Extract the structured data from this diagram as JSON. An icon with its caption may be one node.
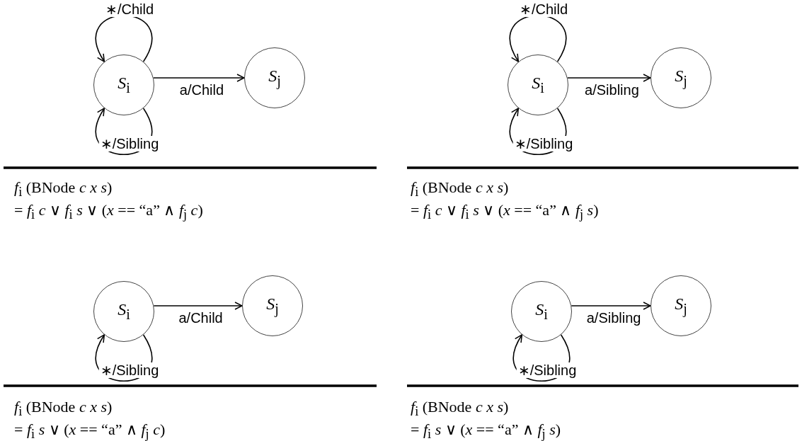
{
  "diagram": {
    "nodes": [
      {
        "text": [
          "*S*$_{i}$"
        ]
      },
      {
        "text": [
          "*S*$_{j}$"
        ]
      },
      {
        "text": [
          "*S*$_{i}$"
        ]
      },
      {
        "text": [
          "*S*$_{j}$"
        ]
      },
      {
        "text": [
          "*S*$_{i}$"
        ]
      },
      {
        "text": [
          "*S*$_{j}$"
        ]
      },
      {
        "text": [
          "*S*$_{i}$"
        ]
      },
      {
        "text": [
          "*S*$_{j}$"
        ]
      }
    ],
    "edges": [
      {
        "from": 0,
        "to": 0,
        "arrow": "to",
        "label": "∗/Child"
      },
      {
        "from": 0,
        "to": 1,
        "arrow": "to",
        "label": "a/Child"
      },
      {
        "from": 0,
        "to": 0,
        "arrow": "to",
        "label": "∗/Sibling"
      },
      {
        "from": 2,
        "to": 2,
        "arrow": "to",
        "label": "∗/Child"
      },
      {
        "from": 2,
        "to": 3,
        "arrow": "to",
        "label": "a/Sibling"
      },
      {
        "from": 2,
        "to": 2,
        "arrow": "to",
        "label": "∗/Sibling"
      },
      {
        "from": 4,
        "to": 5,
        "arrow": "to",
        "label": "a/Child"
      },
      {
        "from": 4,
        "to": 4,
        "arrow": "to",
        "label": "∗/Sibling"
      },
      {
        "from": 6,
        "to": 7,
        "arrow": "to",
        "label": "a/Sibling"
      },
      {
        "from": 6,
        "to": 6,
        "arrow": "to",
        "label": "∗/Sibling"
      }
    ],
    "labels": [
      "*f*$_{i}$ (BNode *c* *x* *s*)",
      "= *f*$_{i}$ *c* ∨ *f*$_{i}$ *s* ∨ (*x* == “a” ∧ *f*$_{j}$ *c*)",
      "*f*$_{i}$ (BNode *c* *x* *s*)",
      "= *f*$_{i}$ *c* ∨ *f*$_{i}$ *s* ∨ (*x* == “a” ∧ *f*$_{j}$ *s*)",
      "*f*$_{i}$ (BNode *c* *x* *s*)",
      "= *f*$_{i}$ *s* ∨ (*x* == “a” ∧ *f*$_{j}$ *c*)",
      "*f*$_{i}$ (BNode *c* *x* *s*)",
      "= *f*$_{i}$ *s* ∨ (*x* == “a” ∧ *f*$_{j}$ *s*)"
    ]
  }
}
